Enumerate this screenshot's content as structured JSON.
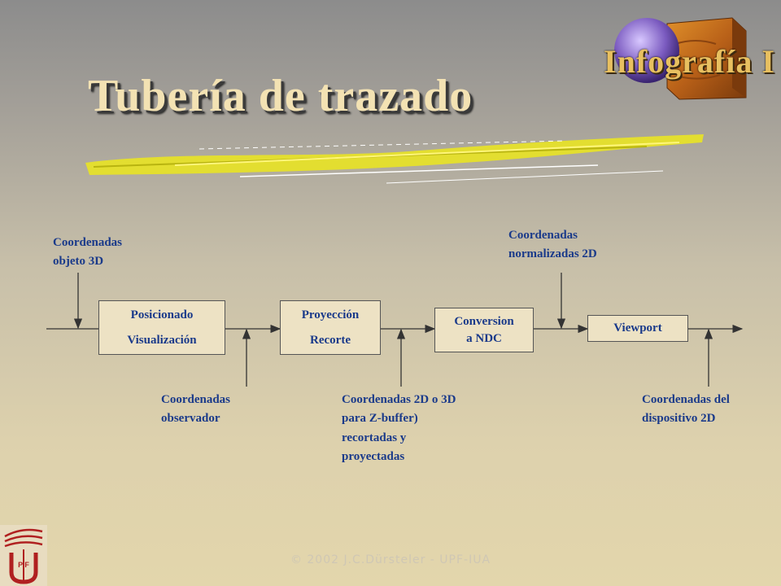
{
  "slide": {
    "title": "Tubería de trazado",
    "logo_text": "Infografía I",
    "footer": "© 2002 J.C.Dürsteler - UPF-IUA"
  },
  "pipeline": {
    "boxes": [
      {
        "line1": "Posicionado",
        "line2": "Visualización"
      },
      {
        "line1": "Proyección",
        "line2": "Recorte"
      },
      {
        "line1": "Conversion",
        "line2": "a NDC"
      },
      {
        "line1": "Viewport",
        "line2": ""
      }
    ],
    "labels": {
      "objeto3d": "Coordenadas\nobjeto 3D",
      "observador": "Coordenadas\nobservador",
      "zbuffer": "Coordenadas 2D o 3D\npara Z-buffer)\nrecortadas y\nproyectadas",
      "normalizadas": "Coordenadas\nnormalizadas 2D",
      "dispositivo": "Coordenadas del\ndispositivo 2D"
    }
  },
  "seal_text": "UPF",
  "colors": {
    "text_blue": "#1a3a8a",
    "title_cream": "#f3e2b3",
    "brush_yellow": "#e6e02a"
  }
}
